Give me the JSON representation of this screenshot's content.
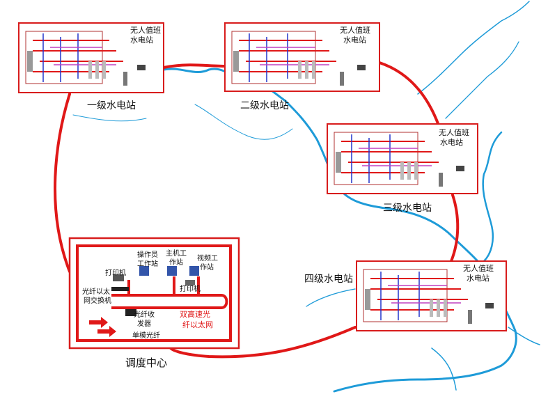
{
  "stations": [
    {
      "name": "一级水电站",
      "box_label": [
        "无人值班",
        "水电站"
      ]
    },
    {
      "name": "二级水电站",
      "box_label": [
        "无人值班",
        "水电站"
      ]
    },
    {
      "name": "三级水电站",
      "box_label": [
        "无人值班",
        "水电站"
      ]
    },
    {
      "name": "四级水电站",
      "box_label": [
        "无人值班",
        "水电站"
      ]
    }
  ],
  "control_center": {
    "title": "调度中心",
    "labels": {
      "operator": [
        "操作员",
        "工作站"
      ],
      "host": [
        "主机工",
        "作站"
      ],
      "video": [
        "视频工",
        "作站"
      ],
      "printer_left": "打印机",
      "printer_right": "打印机",
      "switch": [
        "光纤以太",
        "网交换机"
      ],
      "transceiver": [
        "光纤收",
        "发器"
      ],
      "fiber": "单模光纤",
      "network": [
        "双高速光",
        "纤以太网"
      ]
    }
  },
  "colors": {
    "ring": "#e01818",
    "river": "#1e9bd8",
    "box_border": "#d81c1c",
    "network_text": "#e01818"
  }
}
